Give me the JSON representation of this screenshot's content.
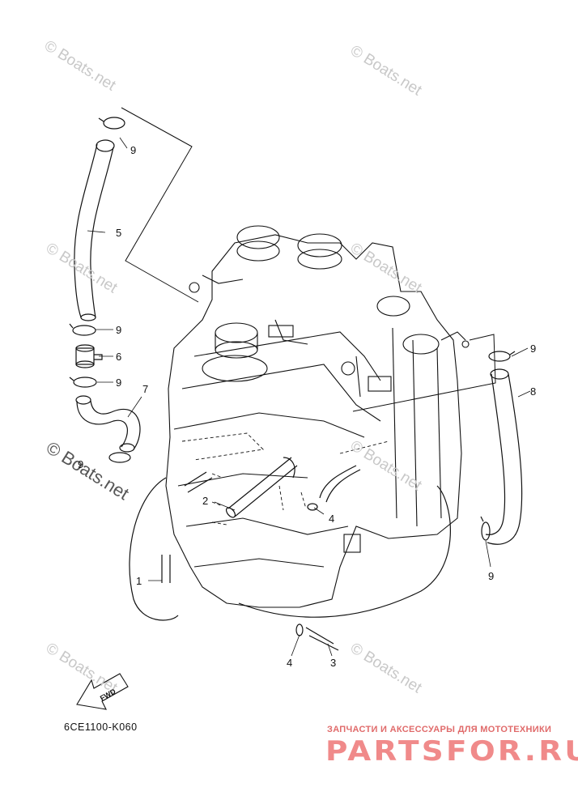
{
  "watermarks": [
    "© Boats.net",
    "© Boats.net",
    "© Boats.net",
    "© Boats.net",
    "© Boats.net",
    "© Boats.net",
    "© Boats.net",
    "© Boats.net"
  ],
  "callouts": {
    "n1": "1",
    "n2": "2",
    "n3": "3",
    "n4a": "4",
    "n4b": "4",
    "n5": "5",
    "n6": "6",
    "n7": "7",
    "n8": "8",
    "n9a": "9",
    "n9b": "9",
    "n9c": "9",
    "n9d": "9",
    "n9e": "9",
    "n9f": "9"
  },
  "fwd_label": "FWD",
  "diagram_code": "6CE1100-K060",
  "brand": {
    "subtitle": "ЗАПЧАСТИ И АКСЕССУАРЫ ДЛЯ МОТОТЕХНИКИ",
    "name": "PARTSFOR.RU"
  }
}
